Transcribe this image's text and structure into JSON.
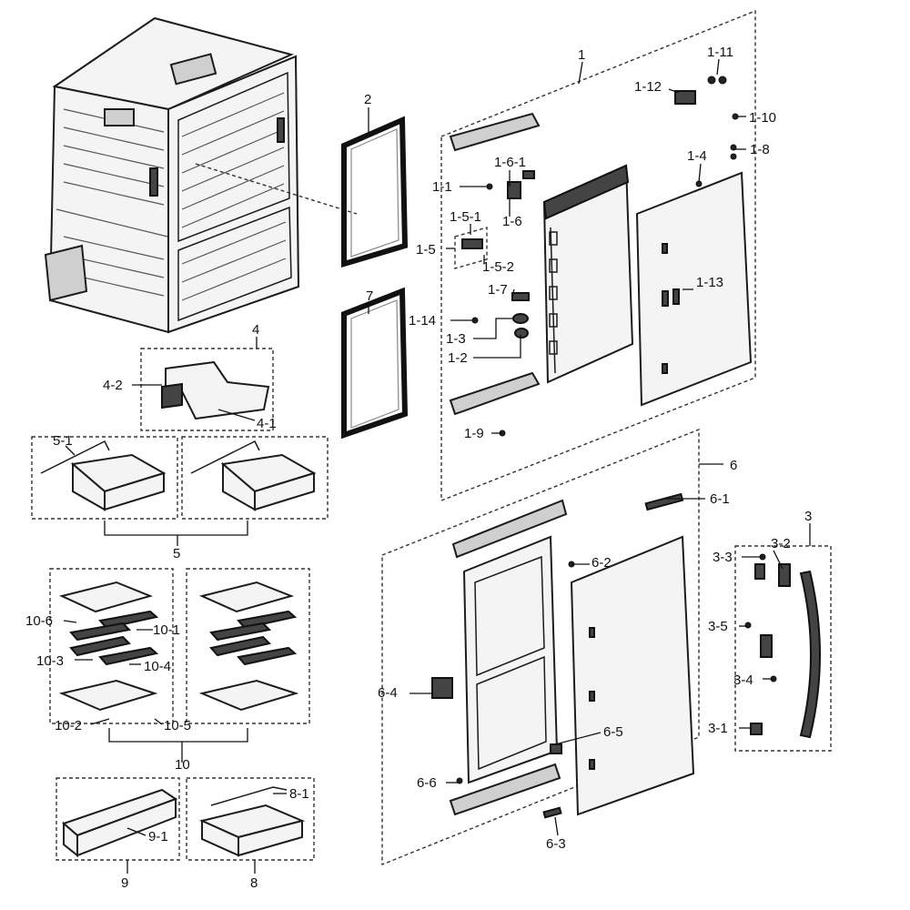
{
  "labels": {
    "l1": "1",
    "l1_1": "1-1",
    "l1_2": "1-2",
    "l1_3": "1-3",
    "l1_4": "1-4",
    "l1_5": "1-5",
    "l1_5_1": "1-5-1",
    "l1_5_2": "1-5-2",
    "l1_6": "1-6",
    "l1_6_1": "1-6-1",
    "l1_7": "1-7",
    "l1_8": "1-8",
    "l1_9": "1-9",
    "l1_10": "1-10",
    "l1_11": "1-11",
    "l1_12": "1-12",
    "l1_13": "1-13",
    "l1_14": "1-14",
    "l2": "2",
    "l3": "3",
    "l3_1": "3-1",
    "l3_2": "3-2",
    "l3_3": "3-3",
    "l3_4": "3-4",
    "l3_5": "3-5",
    "l4": "4",
    "l4_1": "4-1",
    "l4_2": "4-2",
    "l5": "5",
    "l5_1": "5-1",
    "l6": "6",
    "l6_1": "6-1",
    "l6_2": "6-2",
    "l6_3": "6-3",
    "l6_4": "6-4",
    "l6_5": "6-5",
    "l6_6": "6-6",
    "l7": "7",
    "l8": "8",
    "l8_1": "8-1",
    "l9": "9",
    "l9_1": "9-1",
    "l10": "10",
    "l10_1": "10-1",
    "l10_2": "10-2",
    "l10_3": "10-3",
    "l10_4": "10-4",
    "l10_5": "10-5",
    "l10_6": "10-6"
  }
}
